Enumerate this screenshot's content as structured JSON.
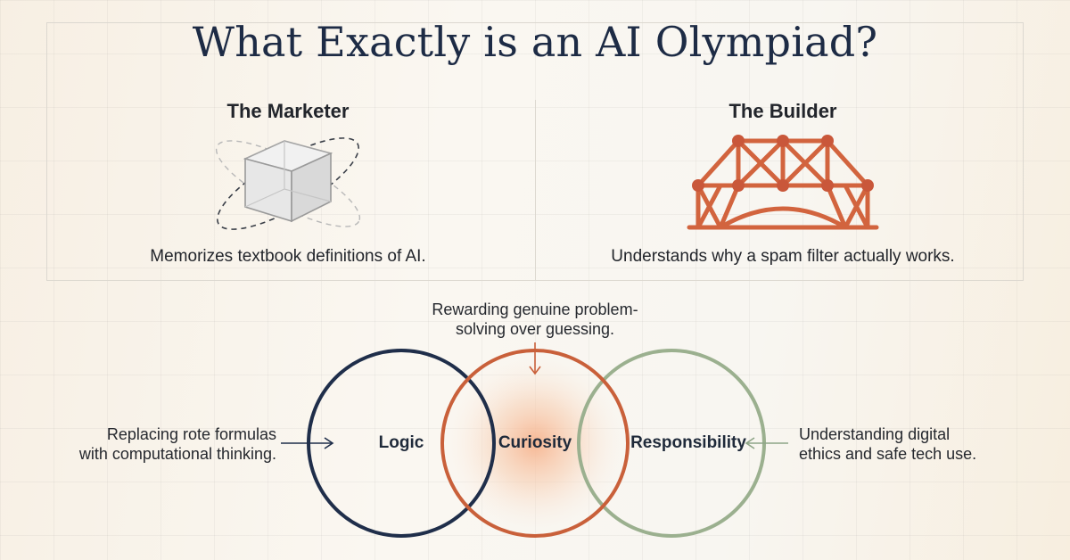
{
  "title": "What Exactly is an AI Olympiad?",
  "comparison": {
    "left": {
      "heading": "The Marketer",
      "caption": "Memorizes textbook definitions of AI.",
      "icon": "hollow-cube-orbit-icon"
    },
    "right": {
      "heading": "The Builder",
      "caption": "Understands why a spam filter actually works.",
      "icon": "truss-bridge-icon"
    }
  },
  "venn": {
    "circles": [
      {
        "label": "Logic",
        "color": "#1f2e4a"
      },
      {
        "label": "Curiosity",
        "color": "#c9603a"
      },
      {
        "label": "Responsibility",
        "color": "#9bb08f"
      }
    ],
    "callouts": {
      "top": [
        "Rewarding genuine problem-",
        "solving over guessing."
      ],
      "left": [
        "Replacing rote formulas",
        "with computational thinking."
      ],
      "right": [
        "Understanding digital",
        "ethics and safe tech use."
      ]
    }
  },
  "colors": {
    "title": "#1d2b45",
    "accent_orange": "#c9603a",
    "bridge": "#d2643e",
    "sage": "#9bb08f",
    "navy": "#1f2e4a"
  }
}
